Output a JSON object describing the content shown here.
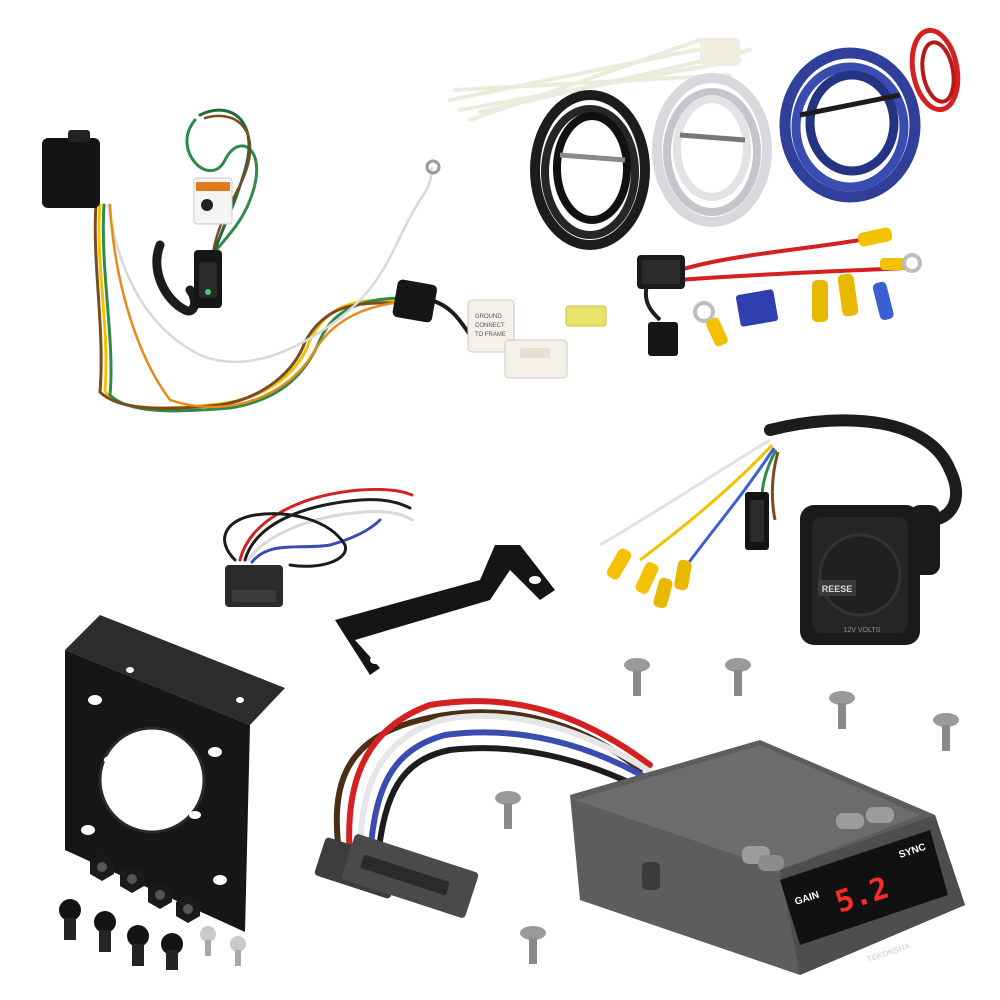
{
  "colors": {
    "background": "#ffffff",
    "wire_black": "#1c1c1c",
    "wire_white": "#e9eaec",
    "wire_blue": "#2f3f9a",
    "wire_red": "#d42020",
    "wire_yellow": "#f2c200",
    "wire_green": "#2f8a4a",
    "wire_brown": "#7a4a22",
    "controller_body": "#5a5c5e",
    "display_digits": "#ff2a2a",
    "display_bg": "#111111",
    "bracket": "#1a1a1a",
    "connector_label": "#ffffff"
  },
  "controller": {
    "display_value": "5.2",
    "gain_label": "GAIN",
    "sync_label": "SYNC",
    "brand_label": "TEKONSHA"
  },
  "socket_label": "REESE",
  "socket_voltage": "12V VOLTS",
  "connector_sticker_lines": [
    "GROUND",
    "CONNECT",
    "TO FRAME"
  ]
}
